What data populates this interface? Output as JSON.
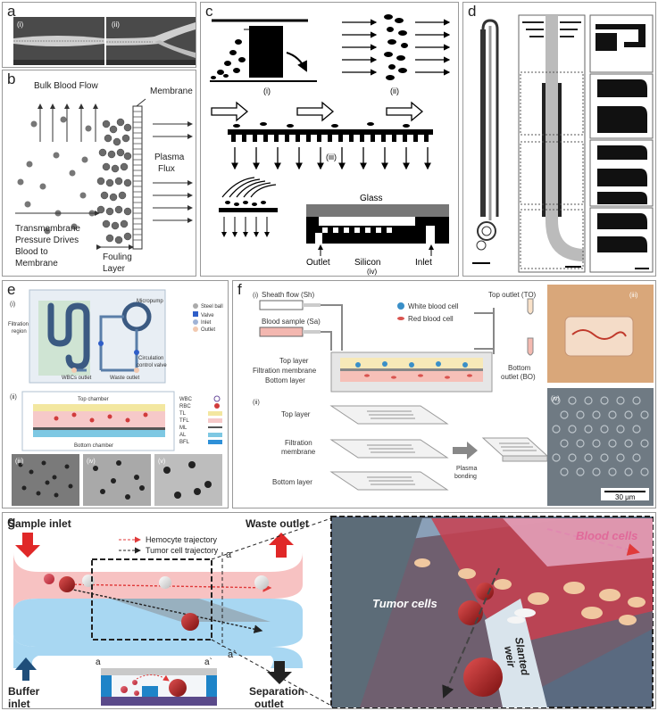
{
  "panels": {
    "a": {
      "letter": "a",
      "subs": [
        "(i)",
        "(ii)"
      ]
    },
    "b": {
      "letter": "b",
      "bulk": "Bulk Blood Flow",
      "membrane": "Membrane",
      "plasma": "Plasma",
      "flux": "Flux",
      "trans": [
        "Transmembrane",
        "Pressure Drives",
        "Blood to",
        "Membrane"
      ],
      "fouling": [
        "Fouling",
        "Layer"
      ]
    },
    "c": {
      "letter": "c",
      "subs": [
        "(i)",
        "(ii)",
        "(iii)",
        "(iv)"
      ],
      "glass": "Glass",
      "outlet": "Outlet",
      "silicon": "Silicon",
      "inlet": "Inlet"
    },
    "d": {
      "letter": "d"
    },
    "e": {
      "letter": "e",
      "subs": [
        "(i)",
        "(ii)",
        "(iii)",
        "(iv)",
        "(v)"
      ],
      "filtration": [
        "Filtration",
        "region"
      ],
      "micropump": "Micropump",
      "wbcs_outlet": "WBCs outlet",
      "waste_outlet": "Waste outlet",
      "circulation": [
        "Circulation",
        "control valve"
      ],
      "legend1": [
        "Steel ball",
        "Valve",
        "Inlet",
        "Outlet"
      ],
      "top_chamber": "Top chamber",
      "bottom_chamber": "Bottom chamber",
      "legend2": [
        "WBC",
        "RBC",
        "TL",
        "TFL",
        "ML",
        "AL",
        "BFL"
      ]
    },
    "f": {
      "letter": "f",
      "subs": [
        "(i)",
        "(ii)",
        "(iii)",
        "(iv)"
      ],
      "sheath": "Sheath flow (Sh)",
      "blood": "Blood sample (Sa)",
      "wbc": "White blood cell",
      "rbc": "Red blood cell",
      "top_outlet": "Top outlet (TO)",
      "bottom_outlet": [
        "Bottom",
        "outlet (BO)"
      ],
      "layers": [
        "Top layer",
        "Filtration membrane",
        "Bottom layer"
      ],
      "layers2": [
        "Top layer",
        "Filtration",
        "membrane",
        "Bottom layer"
      ],
      "plasma": [
        "Plasma",
        "bonding"
      ],
      "scale": "30 μm"
    },
    "g": {
      "letter": "g",
      "sample_inlet": "Sample inlet",
      "waste_outlet": "Waste outlet",
      "hemocyte": "Hemocyte trajectory",
      "tumor_traj": "Tumor cell trajectory",
      "buffer": [
        "Buffer",
        "inlet"
      ],
      "separation": [
        "Separation",
        "outlet"
      ],
      "a": "a",
      "a_prime": "a`",
      "blood_cells": "Blood cells",
      "tumor_cells": "Tumor cells",
      "slanted": [
        "Slanted",
        "weir"
      ]
    }
  }
}
